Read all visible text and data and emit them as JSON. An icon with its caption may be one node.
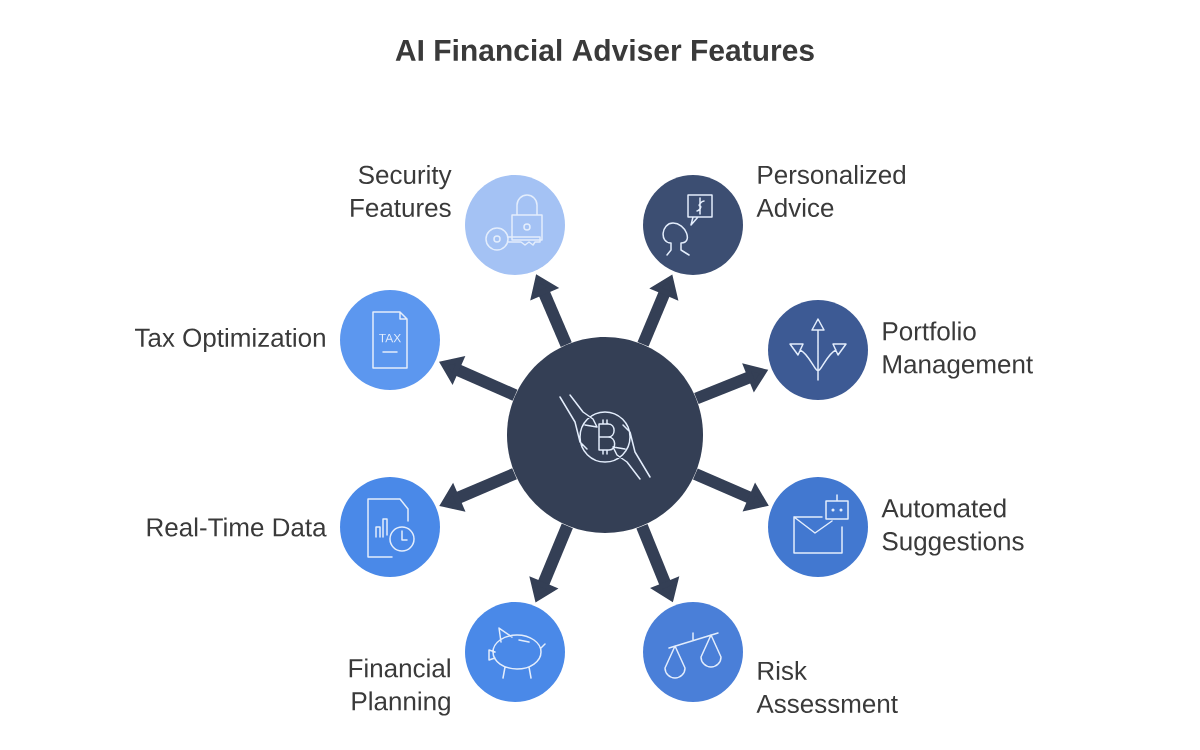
{
  "diagram": {
    "title": "AI Financial Adviser Features",
    "nodes": [
      {
        "text": [],
        "shape": "circle"
      },
      {
        "text": [
          "Security Features"
        ]
      },
      {
        "text": [
          "Personalized Advice"
        ]
      },
      {
        "text": [
          "Tax Optimization"
        ]
      },
      {
        "text": [
          "Portfolio Management"
        ]
      },
      {
        "text": [
          "Real-Time Data"
        ]
      },
      {
        "text": [
          "Automated Suggestions"
        ]
      },
      {
        "text": [
          "Financial Planning"
        ]
      },
      {
        "text": [
          "Risk Assessment"
        ]
      }
    ],
    "edges": [
      {
        "from": 0,
        "to": 1,
        "arrow": "to"
      },
      {
        "from": 0,
        "to": 2,
        "arrow": "to"
      },
      {
        "from": 0,
        "to": 3,
        "arrow": "to"
      },
      {
        "from": 0,
        "to": 4,
        "arrow": "to"
      },
      {
        "from": 0,
        "to": 5,
        "arrow": "to"
      },
      {
        "from": 0,
        "to": 6,
        "arrow": "to"
      },
      {
        "from": 0,
        "to": 7,
        "arrow": "to"
      },
      {
        "from": 0,
        "to": 8,
        "arrow": "to"
      }
    ],
    "labels": [
      "TAX"
    ]
  }
}
